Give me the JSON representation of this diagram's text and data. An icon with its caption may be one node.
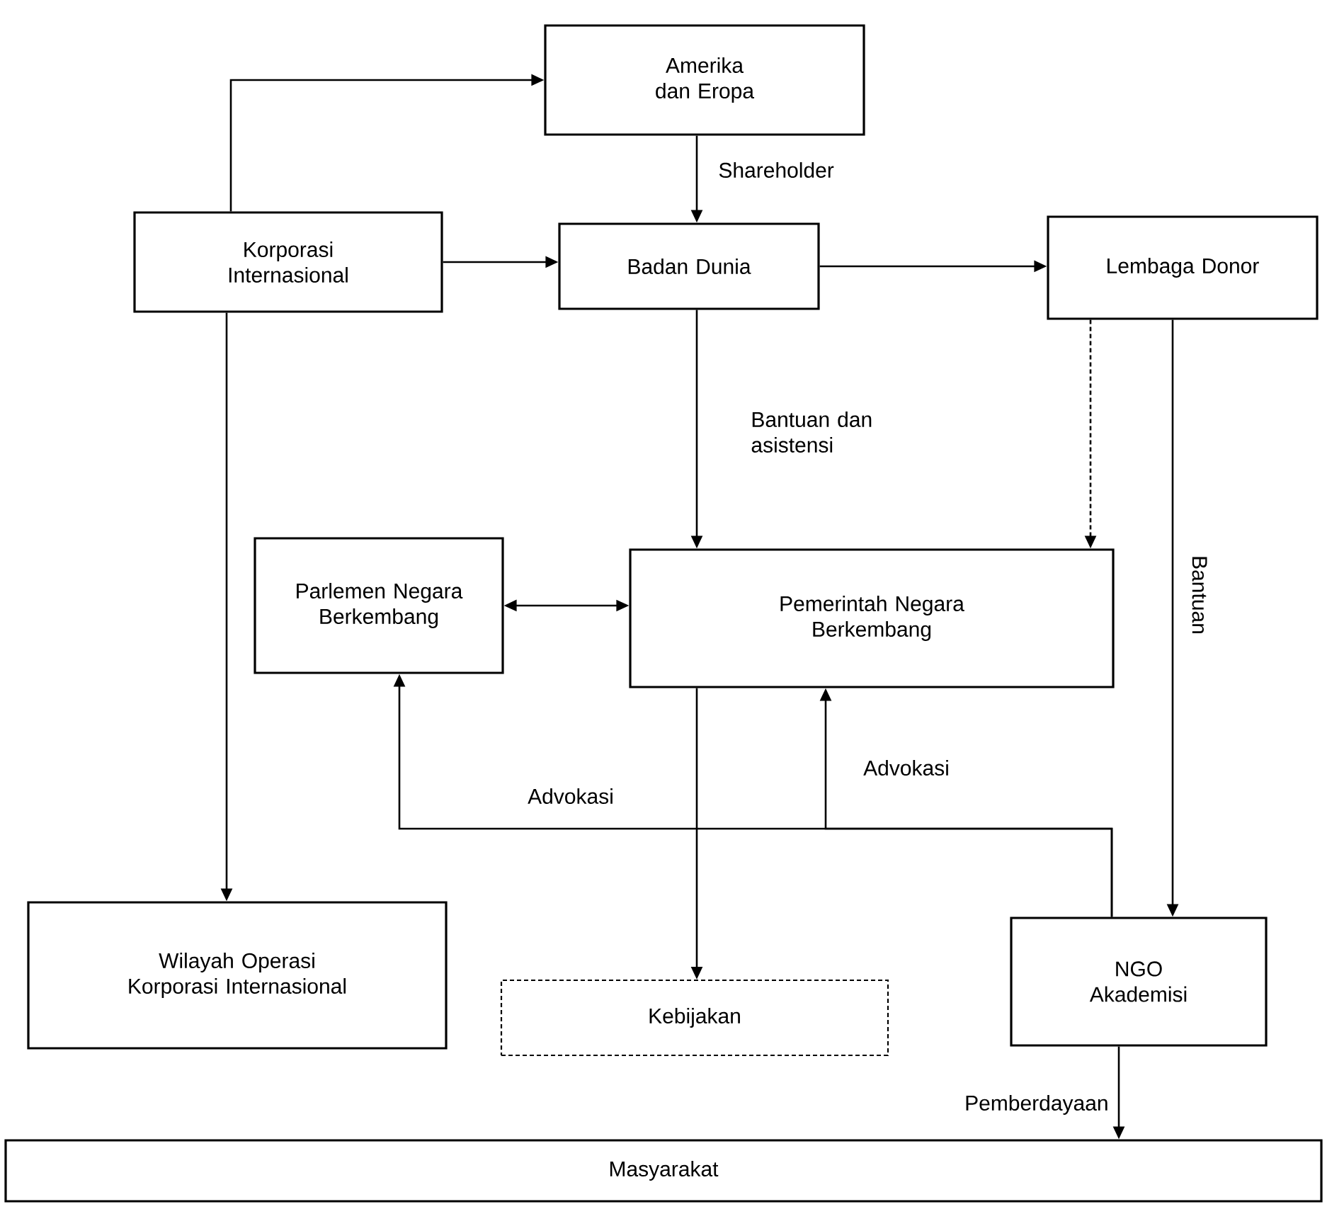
{
  "diagram": {
    "nodes": [
      {
        "text": [
          "Amerika dan Eropa"
        ]
      },
      {
        "text": [
          "Korporasi Internasional"
        ]
      },
      {
        "text": [
          "Badan Dunia"
        ]
      },
      {
        "text": [
          "Lembaga Donor"
        ]
      },
      {
        "text": [
          "Parlemen Negara Berkembang"
        ]
      },
      {
        "text": [
          "Pemerintah Negara Berkembang"
        ]
      },
      {
        "text": [
          "Wilayah Operasi Korporasi Internasional"
        ]
      },
      {
        "text": [
          "Kebijakan"
        ]
      },
      {
        "text": [
          "NGO Akademisi"
        ]
      },
      {
        "text": [
          "Masyarakat"
        ]
      }
    ],
    "edges": [
      {
        "from": 1,
        "to": 0,
        "arrow": "to"
      },
      {
        "from": 0,
        "to": 2,
        "arrow": "to",
        "label": "Shareholder"
      },
      {
        "from": 1,
        "to": 2,
        "arrow": "to"
      },
      {
        "from": 2,
        "to": 3,
        "arrow": "to"
      },
      {
        "from": 1,
        "to": 6,
        "arrow": "to"
      },
      {
        "from": 2,
        "to": 5,
        "arrow": "to",
        "label": "Bantuan dan asistensi"
      },
      {
        "from": 3,
        "to": 5,
        "arrow": "to",
        "style": "dashed"
      },
      {
        "from": 3,
        "to": 8,
        "arrow": "to",
        "label": "Bantuan"
      },
      {
        "from": 4,
        "to": 5,
        "arrow": "both"
      },
      {
        "from": 5,
        "to": 7,
        "arrow": "to"
      },
      {
        "from": 8,
        "to": 4,
        "arrow": "to",
        "label": "Advokasi"
      },
      {
        "from": 8,
        "to": 5,
        "arrow": "to",
        "label": "Advokasi"
      },
      {
        "from": 8,
        "to": 9,
        "arrow": "to",
        "label": "Pemberdayaan"
      }
    ]
  }
}
